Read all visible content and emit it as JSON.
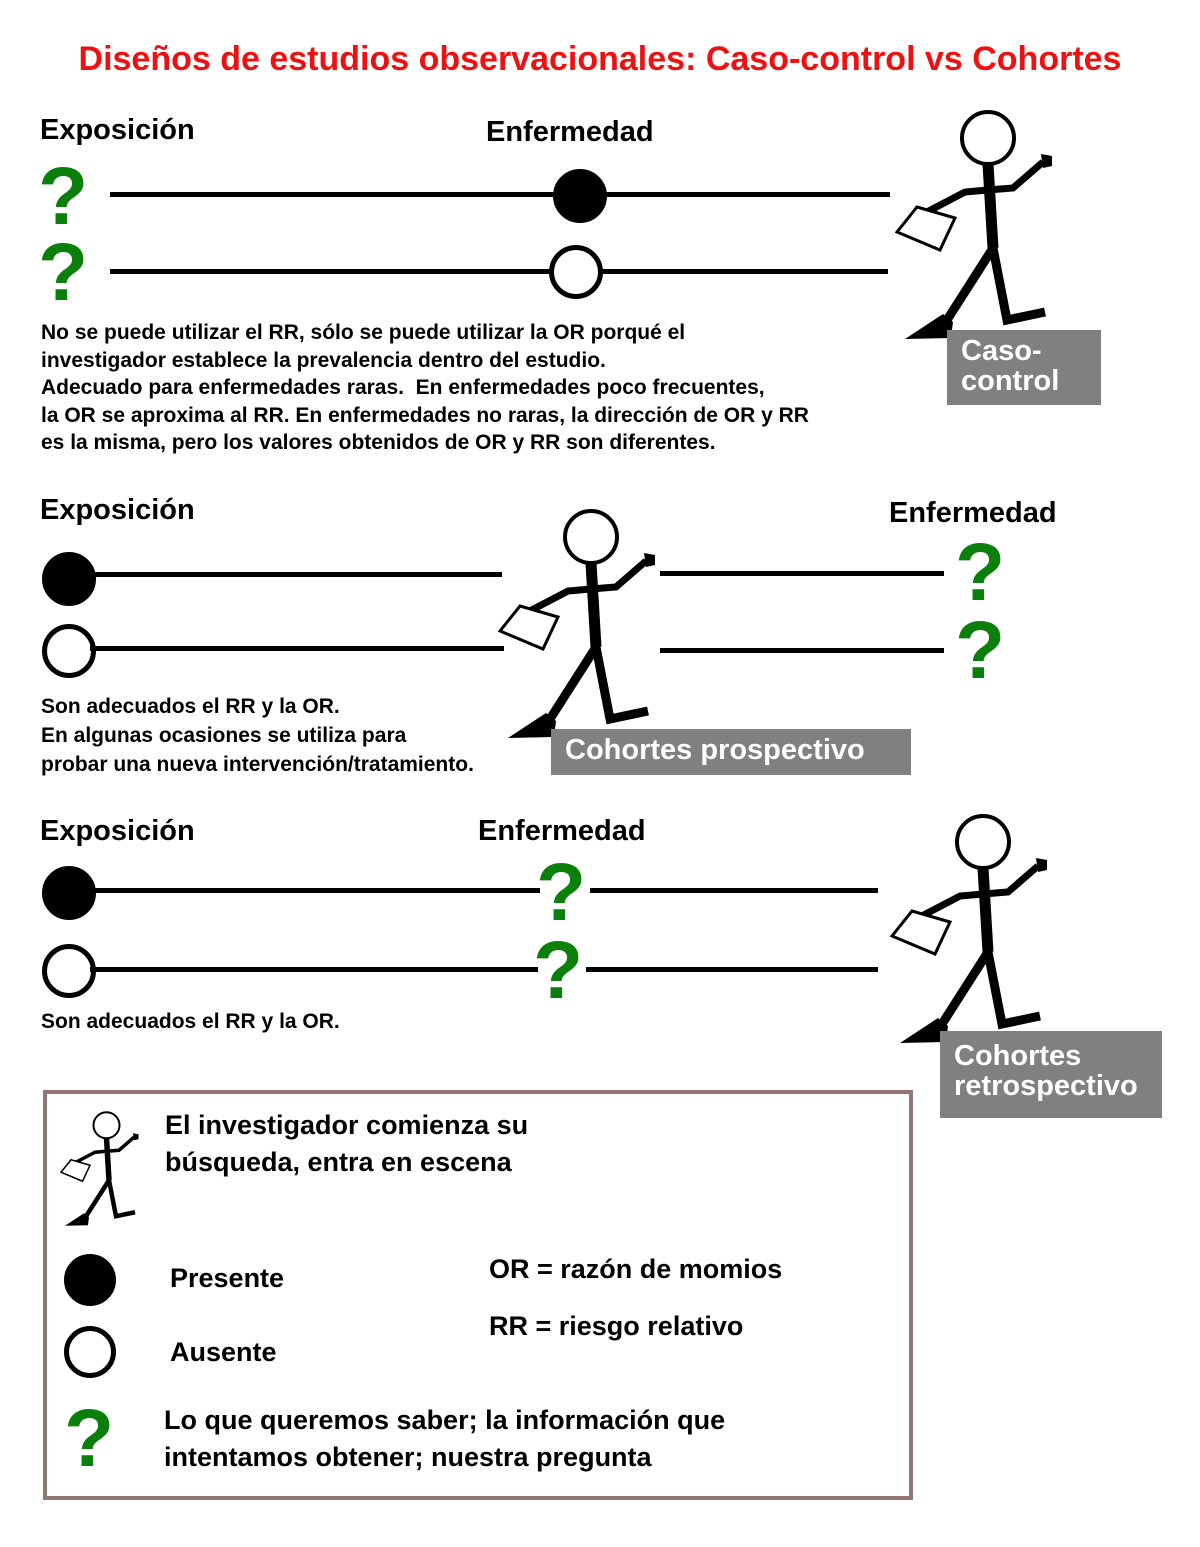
{
  "title": "Diseños de estudios observacionales: Caso-control vs Cohortes",
  "colors": {
    "title": "#ee1111",
    "question": "#0a7f0a",
    "tag": "#808080",
    "legend_border": "#927777"
  },
  "labels": {
    "exposure": "Exposición",
    "disease": "Enfermedad",
    "question_mark": "?"
  },
  "case_control": {
    "tag": "Caso-\ncontrol",
    "text": "No se puede utilizar el RR, sólo se puede utilizar la OR porqué el\ninvestigador establece la prevalencia dentro del estudio.\nAdecuado para enfermedades raras.  En enfermedades poco frecuentes,\nla OR se aproxima al RR. En enfermedades no raras, la dirección de OR y RR\nes la misma, pero los valores obtenidos de OR y RR son diferentes."
  },
  "prospective": {
    "tag": "Cohortes prospectivo",
    "text": "Son adecuados el RR y la OR.\nEn algunas ocasiones se utiliza para\nprobar una nueva intervención/tratamiento."
  },
  "retrospective": {
    "tag": "Cohortes\nretrospectivo",
    "text": "Son adecuados el RR y la OR."
  },
  "legend": {
    "investigator": "El investigador comienza su\nbúsqueda, entra en escena",
    "present": "Presente",
    "absent": "Ausente",
    "or_def": "OR = razón de momios",
    "rr_def": "RR = riesgo relativo",
    "question": "Lo que queremos saber; la información que\nintentamos obtener; nuestra pregunta"
  }
}
